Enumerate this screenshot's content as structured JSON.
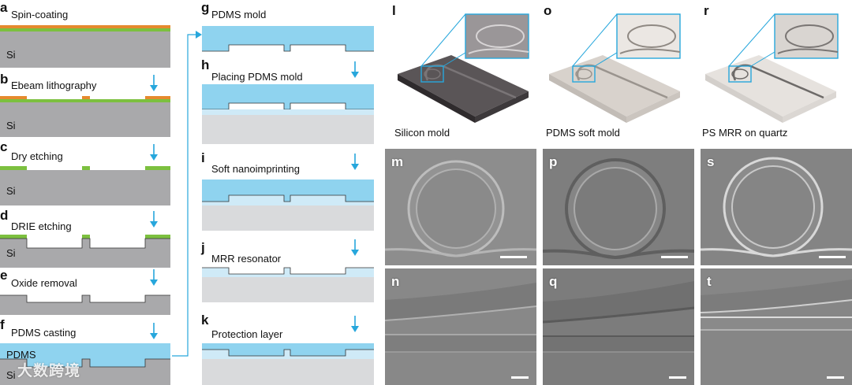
{
  "colors": {
    "si": "#a9a9ab",
    "si_light": "#d9dadc",
    "pdms": "#8fd3ef",
    "pdms_light": "#cfeaf7",
    "resist_green": "#7cc03f",
    "resist_orange": "#e58a2e",
    "arrow": "#27a7dc",
    "sem_gray": "#8c8c8c"
  },
  "left_column": {
    "a": {
      "letter": "a",
      "label": "Spin-coating",
      "substrate": "Si"
    },
    "b": {
      "letter": "b",
      "label": "Ebeam lithography",
      "substrate": "Si"
    },
    "c": {
      "letter": "c",
      "label": "Dry etching",
      "substrate": "Si"
    },
    "d": {
      "letter": "d",
      "label": "DRIE etching",
      "substrate": "Si"
    },
    "e": {
      "letter": "e",
      "label": "Oxide removal"
    },
    "f": {
      "letter": "f",
      "label": "PDMS casting",
      "top_label": "PDMS",
      "substrate": "Si"
    }
  },
  "middle_column": {
    "g": {
      "letter": "g",
      "label": "PDMS mold"
    },
    "h": {
      "letter": "h",
      "label": "Placing PDMS mold"
    },
    "i": {
      "letter": "i",
      "label": "Soft nanoimprinting"
    },
    "j": {
      "letter": "j",
      "label": "MRR resonator"
    },
    "k": {
      "letter": "k",
      "label": "Protection layer"
    }
  },
  "renders": [
    {
      "letter": "l",
      "caption": "Silicon mold"
    },
    {
      "letter": "o",
      "caption": "PDMS soft mold"
    },
    {
      "letter": "r",
      "caption": "PS MRR on quartz"
    }
  ],
  "sem_top": [
    {
      "letter": "m"
    },
    {
      "letter": "p"
    },
    {
      "letter": "s"
    }
  ],
  "sem_bottom": [
    {
      "letter": "n"
    },
    {
      "letter": "q"
    },
    {
      "letter": "t"
    }
  ],
  "watermark": {
    "text": "大数跨境"
  }
}
